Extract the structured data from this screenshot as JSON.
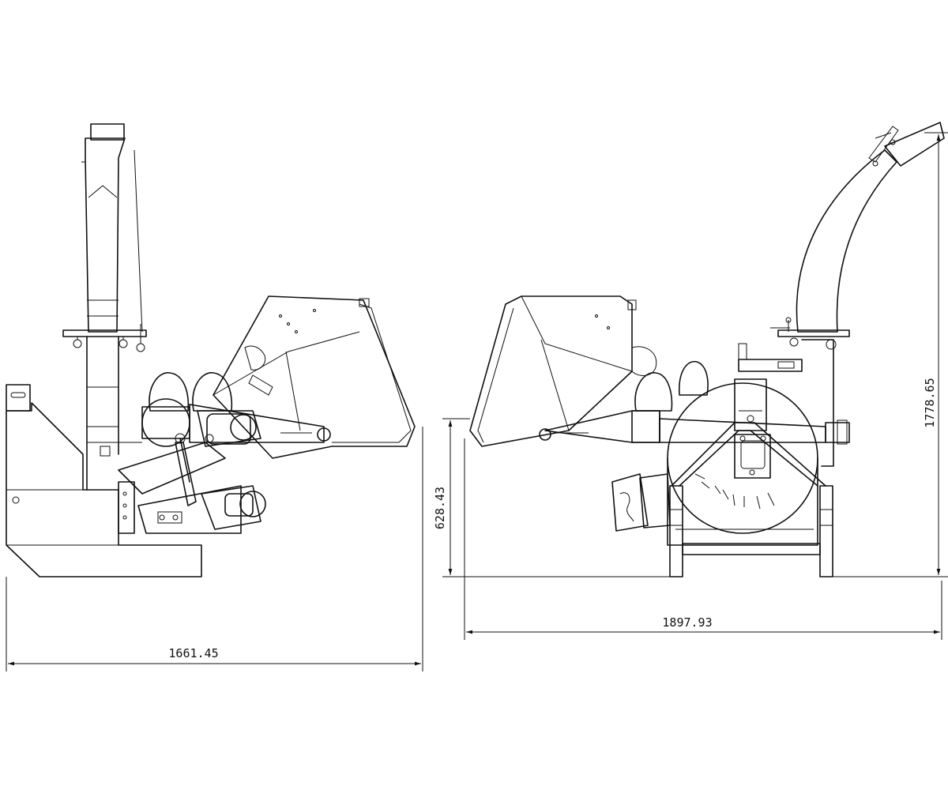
{
  "dimensions": {
    "left_width": "1661.45",
    "right_width": "1897.93",
    "infeed_height": "628.43",
    "overall_height": "1778.65"
  }
}
